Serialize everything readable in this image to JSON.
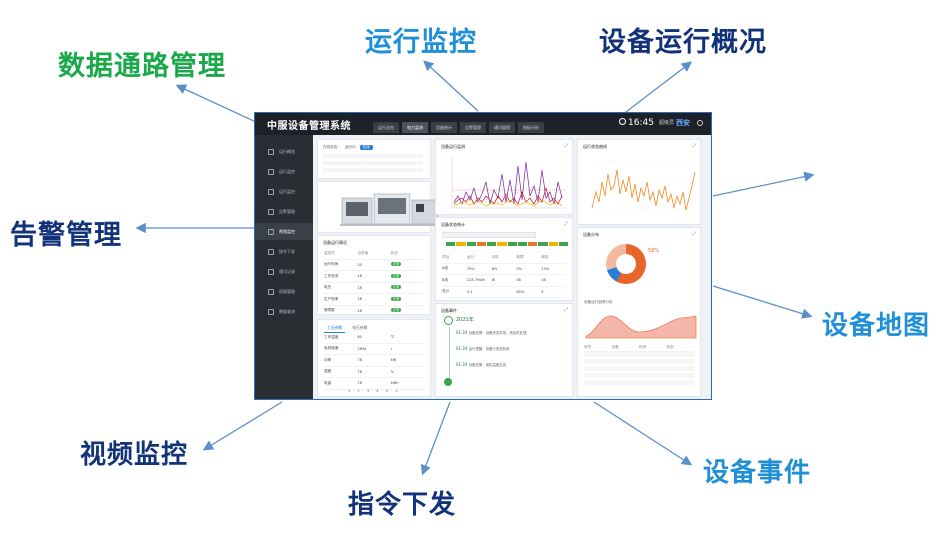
{
  "callouts": {
    "data_channel": "数据通路管理",
    "run_monitor": "运行监控",
    "device_overview": "设备运行概况",
    "alarm": "告警管理",
    "device_map": "设备地图",
    "video": "视频监控",
    "command": "指令下发",
    "device_event": "设备事件"
  },
  "colors": {
    "callout_green": "#1aa84a",
    "callout_blue": "#1f8fd8",
    "callout_navy": "#12327a",
    "arrow": "#5b8fc9",
    "topbar": "#1e2228",
    "sidebar": "#2a2e33"
  },
  "dashboard": {
    "title": "中服设备管理系统",
    "tabs": [
      "运行总览",
      "电力监测",
      "设备统计",
      "告警管理",
      "通讯管理",
      "指标分析"
    ],
    "clock": "16:45",
    "user": "超级员",
    "location": "西安",
    "sidebar": [
      {
        "label": "运行概览",
        "icon": "dashboard-icon"
      },
      {
        "label": "运行监控",
        "icon": "monitor-icon"
      },
      {
        "label": "运行监控",
        "icon": "settings-icon"
      },
      {
        "label": "告警管理",
        "icon": "alarm-icon"
      },
      {
        "label": "视频监控",
        "icon": "video-icon"
      },
      {
        "label": "指令下发",
        "icon": "command-icon"
      },
      {
        "label": "通讯记录",
        "icon": "document-icon"
      },
      {
        "label": "权限管理",
        "icon": "lock-icon"
      },
      {
        "label": "数据查询",
        "icon": "search-icon"
      }
    ],
    "device_panel": {
      "status_label": "在线状态：",
      "status_value": "运行中",
      "status_badge": "在线",
      "table_title": "设备运行情况",
      "headers": [
        "监控项",
        "当前值",
        "状态"
      ],
      "rows": [
        [
          "运行时间",
          "20",
          "正常"
        ],
        [
          "工作电流",
          "18",
          "正常"
        ],
        [
          "电压",
          "18",
          "正常"
        ],
        [
          "生产效率",
          "18",
          "正常"
        ],
        [
          "故障数",
          "18",
          "正常"
        ]
      ],
      "param_tabs": [
        "工况参数",
        "电压参数"
      ],
      "params": [
        [
          "工作温度",
          "60",
          "℃"
        ],
        [
          "电机转速",
          "2894",
          "r"
        ],
        [
          "功率",
          "78",
          "kW"
        ],
        [
          "湿度",
          "78",
          "%"
        ],
        [
          "电量",
          "78",
          "kWh"
        ]
      ],
      "pager": "1 2 3 4 5 >"
    },
    "chart_panel_title": "设备运行监测",
    "status_panel_title": "设备状态统计",
    "status_headers": [
      "项目",
      "运行",
      "待机",
      "故障",
      "离线"
    ],
    "status_rows": [
      [
        "A线",
        "79%",
        "8%",
        "2%",
        "23%"
      ],
      [
        "B线",
        "125.7kWh",
        "W",
        "48",
        "16"
      ],
      [
        "总计",
        "3.1",
        "",
        "60%",
        "5"
      ]
    ],
    "event_panel_title": "设备事件",
    "event_year": "2021年",
    "events": [
      {
        "date": "01-24",
        "text": "设备告警：设备状态异常，请及时处理"
      },
      {
        "date": "01-24",
        "text": "运行提醒：设备已完成检修"
      },
      {
        "date": "01-24",
        "text": "设备告警：电机温度过高"
      }
    ],
    "line_panel_title": "运行状态曲线",
    "map_panel_title": "设备分布",
    "donut_pct": "58%",
    "area_title": "设备运行趋势分析",
    "bottom_headers": [
      "序号",
      "设备",
      "时间",
      "状态"
    ]
  }
}
